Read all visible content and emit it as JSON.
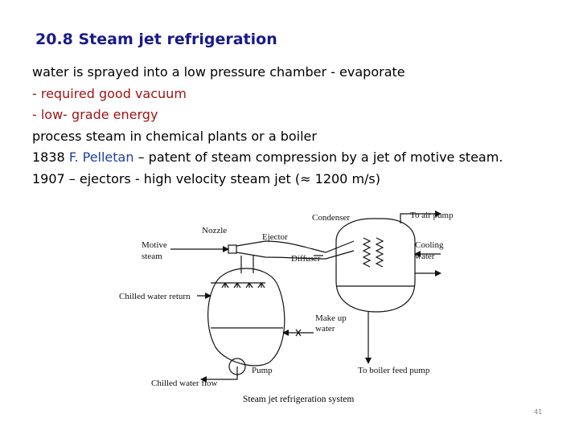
{
  "slide": {
    "title": "20.8 Steam jet refrigeration",
    "lines": {
      "line1": "water is sprayed into a low pressure chamber -  evaporate",
      "line2": "- required good vacuum",
      "line3": "- low- grade energy",
      "line4": "process steam in chemical plants or a boiler",
      "line5_a": "1838 ",
      "line5_name": "F. Pelletan",
      "line5_b": " – patent of steam compression by  a jet of motive steam.",
      "line6": "1907 – ejectors - high velocity steam jet (≈ 1200 m/s)"
    },
    "page_number": "41"
  },
  "diagram": {
    "labels": {
      "condenser": "Condenser",
      "to_air_pump": "To air pump",
      "nozzle": "Nozzle",
      "ejector": "Ejector",
      "motive_steam_1": "Motive",
      "motive_steam_2": "steam",
      "cooling_water_1": "Cooling",
      "cooling_water_2": "water",
      "diffuser": "Diffuser",
      "chilled_water_return": "Chilled water return",
      "makeup_water_1": "Make up",
      "makeup_water_2": "water",
      "pump": "Pump",
      "to_boiler_feed_pump": "To boiler feed pump",
      "chilled_water_flow": "Chilled water flow"
    },
    "caption": "Steam jet refrigeration system"
  },
  "colors": {
    "title": "#1a1a8c",
    "red_text": "#a01414",
    "blue_text": "#1f3fa0"
  }
}
